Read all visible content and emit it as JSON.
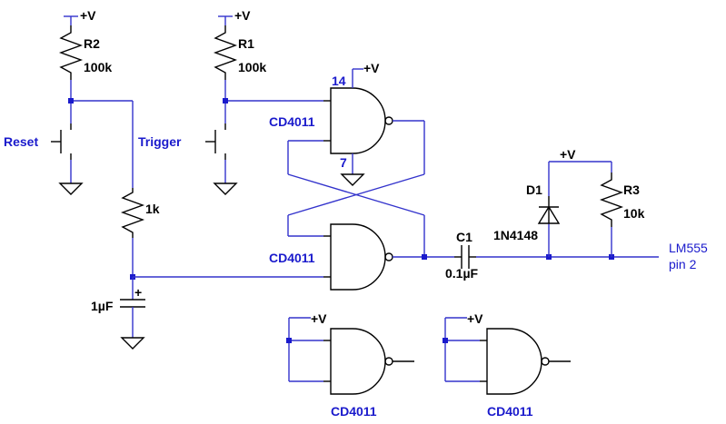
{
  "supply_label": "+V",
  "r2": {
    "name": "R2",
    "value": "100k"
  },
  "r1": {
    "name": "R1",
    "value": "100k"
  },
  "r3": {
    "name": "R3",
    "value": "10k"
  },
  "r_1k": {
    "value": "1k"
  },
  "c_1uf": {
    "value": "1µF",
    "polarity": "+"
  },
  "c1": {
    "name": "C1",
    "value": "0.1µF"
  },
  "d1": {
    "name": "D1",
    "part": "1N4148"
  },
  "switches": {
    "reset": "Reset",
    "trigger": "Trigger"
  },
  "gates": {
    "top": {
      "part": "CD4011",
      "vdd_pin": "14",
      "vss_pin": "7"
    },
    "bottom": {
      "part": "CD4011"
    },
    "spare1": {
      "part": "CD4011"
    },
    "spare2": {
      "part": "CD4011"
    }
  },
  "output": {
    "line1": "LM555",
    "line2": "pin 2"
  },
  "colors": {
    "wire": "#3333cc",
    "component": "#000000",
    "junction": "#1a1acc",
    "label_blue": "#1a1acc"
  }
}
